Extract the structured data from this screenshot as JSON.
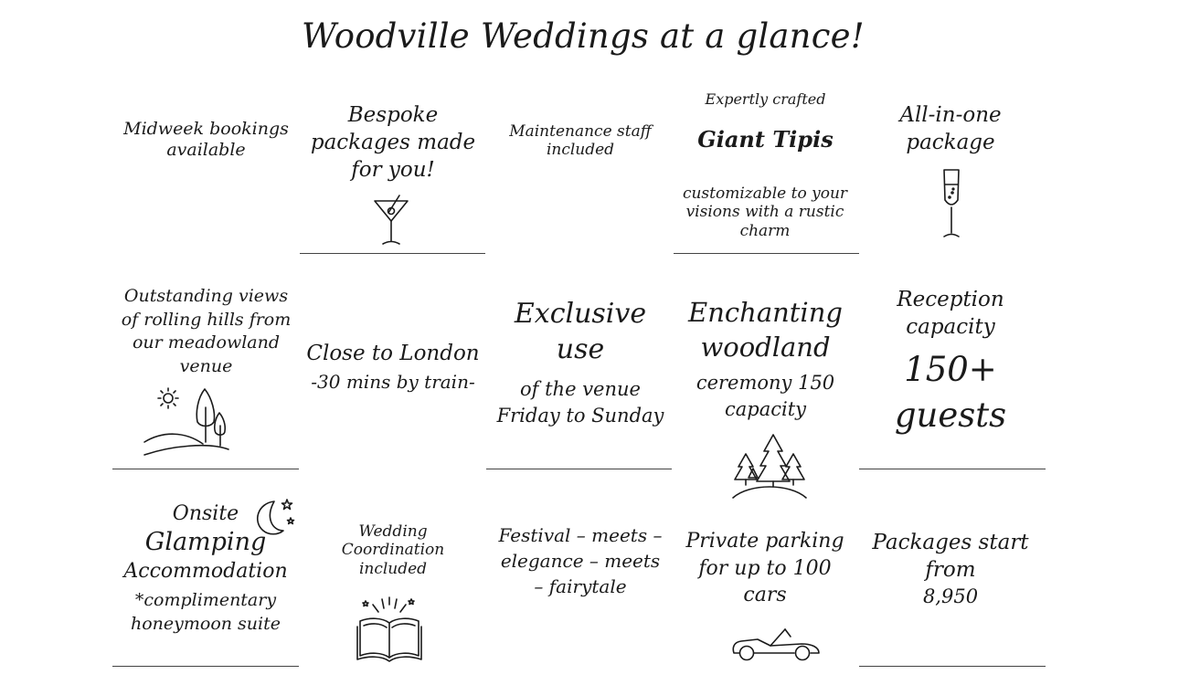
{
  "title": "Woodville Weddings at a glance!",
  "cells": {
    "midweek": "Midweek bookings available",
    "bespoke": "Bespoke packages made for you!",
    "maintenance": "Maintenance staff included",
    "tipis": {
      "top": "Expertly crafted",
      "main": "Giant Tipis",
      "sub": "customizable to your visions with a rustic charm"
    },
    "allinone": "All-in-one package",
    "views": "Outstanding views of rolling hills from our meadowland venue",
    "london": {
      "main": "Close to London",
      "sub": "-30 mins by train-"
    },
    "exclusive": {
      "main": "Exclusive use",
      "sub": "of the venue Friday to Sunday"
    },
    "woodland": {
      "main": "Enchanting woodland",
      "sub": "ceremony 150 capacity"
    },
    "reception": {
      "top": "Reception capacity",
      "big": "150+ guests"
    },
    "glamping": {
      "l1": "Onsite",
      "l2": "Glamping",
      "l3": "Accommodation",
      "l4": "*complimentary honeymoon suite"
    },
    "coordination": "Wedding Coordination included",
    "festival": "Festival – meets – elegance – meets – fairytale",
    "parking": "Private parking for up to 100 cars",
    "packages": {
      "top": "Packages start from",
      "price": "8,950"
    }
  },
  "icons": [
    "martini-glass-icon",
    "champagne-flute-icon",
    "sun-hills-trees-icon",
    "pine-trees-icon",
    "moon-stars-icon",
    "open-book-icon",
    "convertible-car-icon"
  ]
}
